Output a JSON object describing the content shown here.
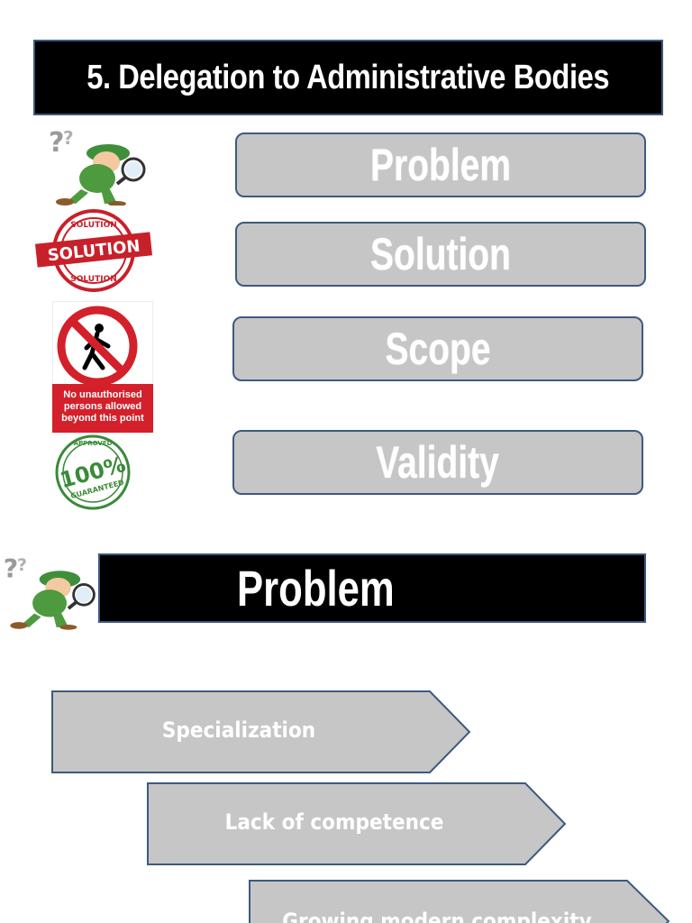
{
  "title": "5. Delegation to Administrative Bodies",
  "topics": [
    {
      "label": "Problem",
      "icon": "detective-icon"
    },
    {
      "label": "Solution",
      "icon": "solution-stamp-icon"
    },
    {
      "label": "Scope",
      "icon": "no-entry-sign-icon"
    },
    {
      "label": "Validity",
      "icon": "guaranteed-stamp-icon"
    }
  ],
  "stamp_texts": {
    "solution": "SOLUTION",
    "no_entry": [
      "No unauthorised",
      "persons allowed",
      "beyond this point"
    ],
    "guaranteed_big": "100%",
    "guaranteed_small": "GUARANTEED",
    "approved": "APPROVED"
  },
  "section": {
    "title": "Problem",
    "items": [
      "Specialization",
      "Lack of competence",
      "Growing modern complexity"
    ]
  },
  "colors": {
    "box_fill": "#c6c6c6",
    "box_border": "#3d5a80",
    "bar_fill": "#000000",
    "text": "#ffffff",
    "stamp_red": "#c8202a",
    "stamp_green": "#3a8a3a"
  }
}
